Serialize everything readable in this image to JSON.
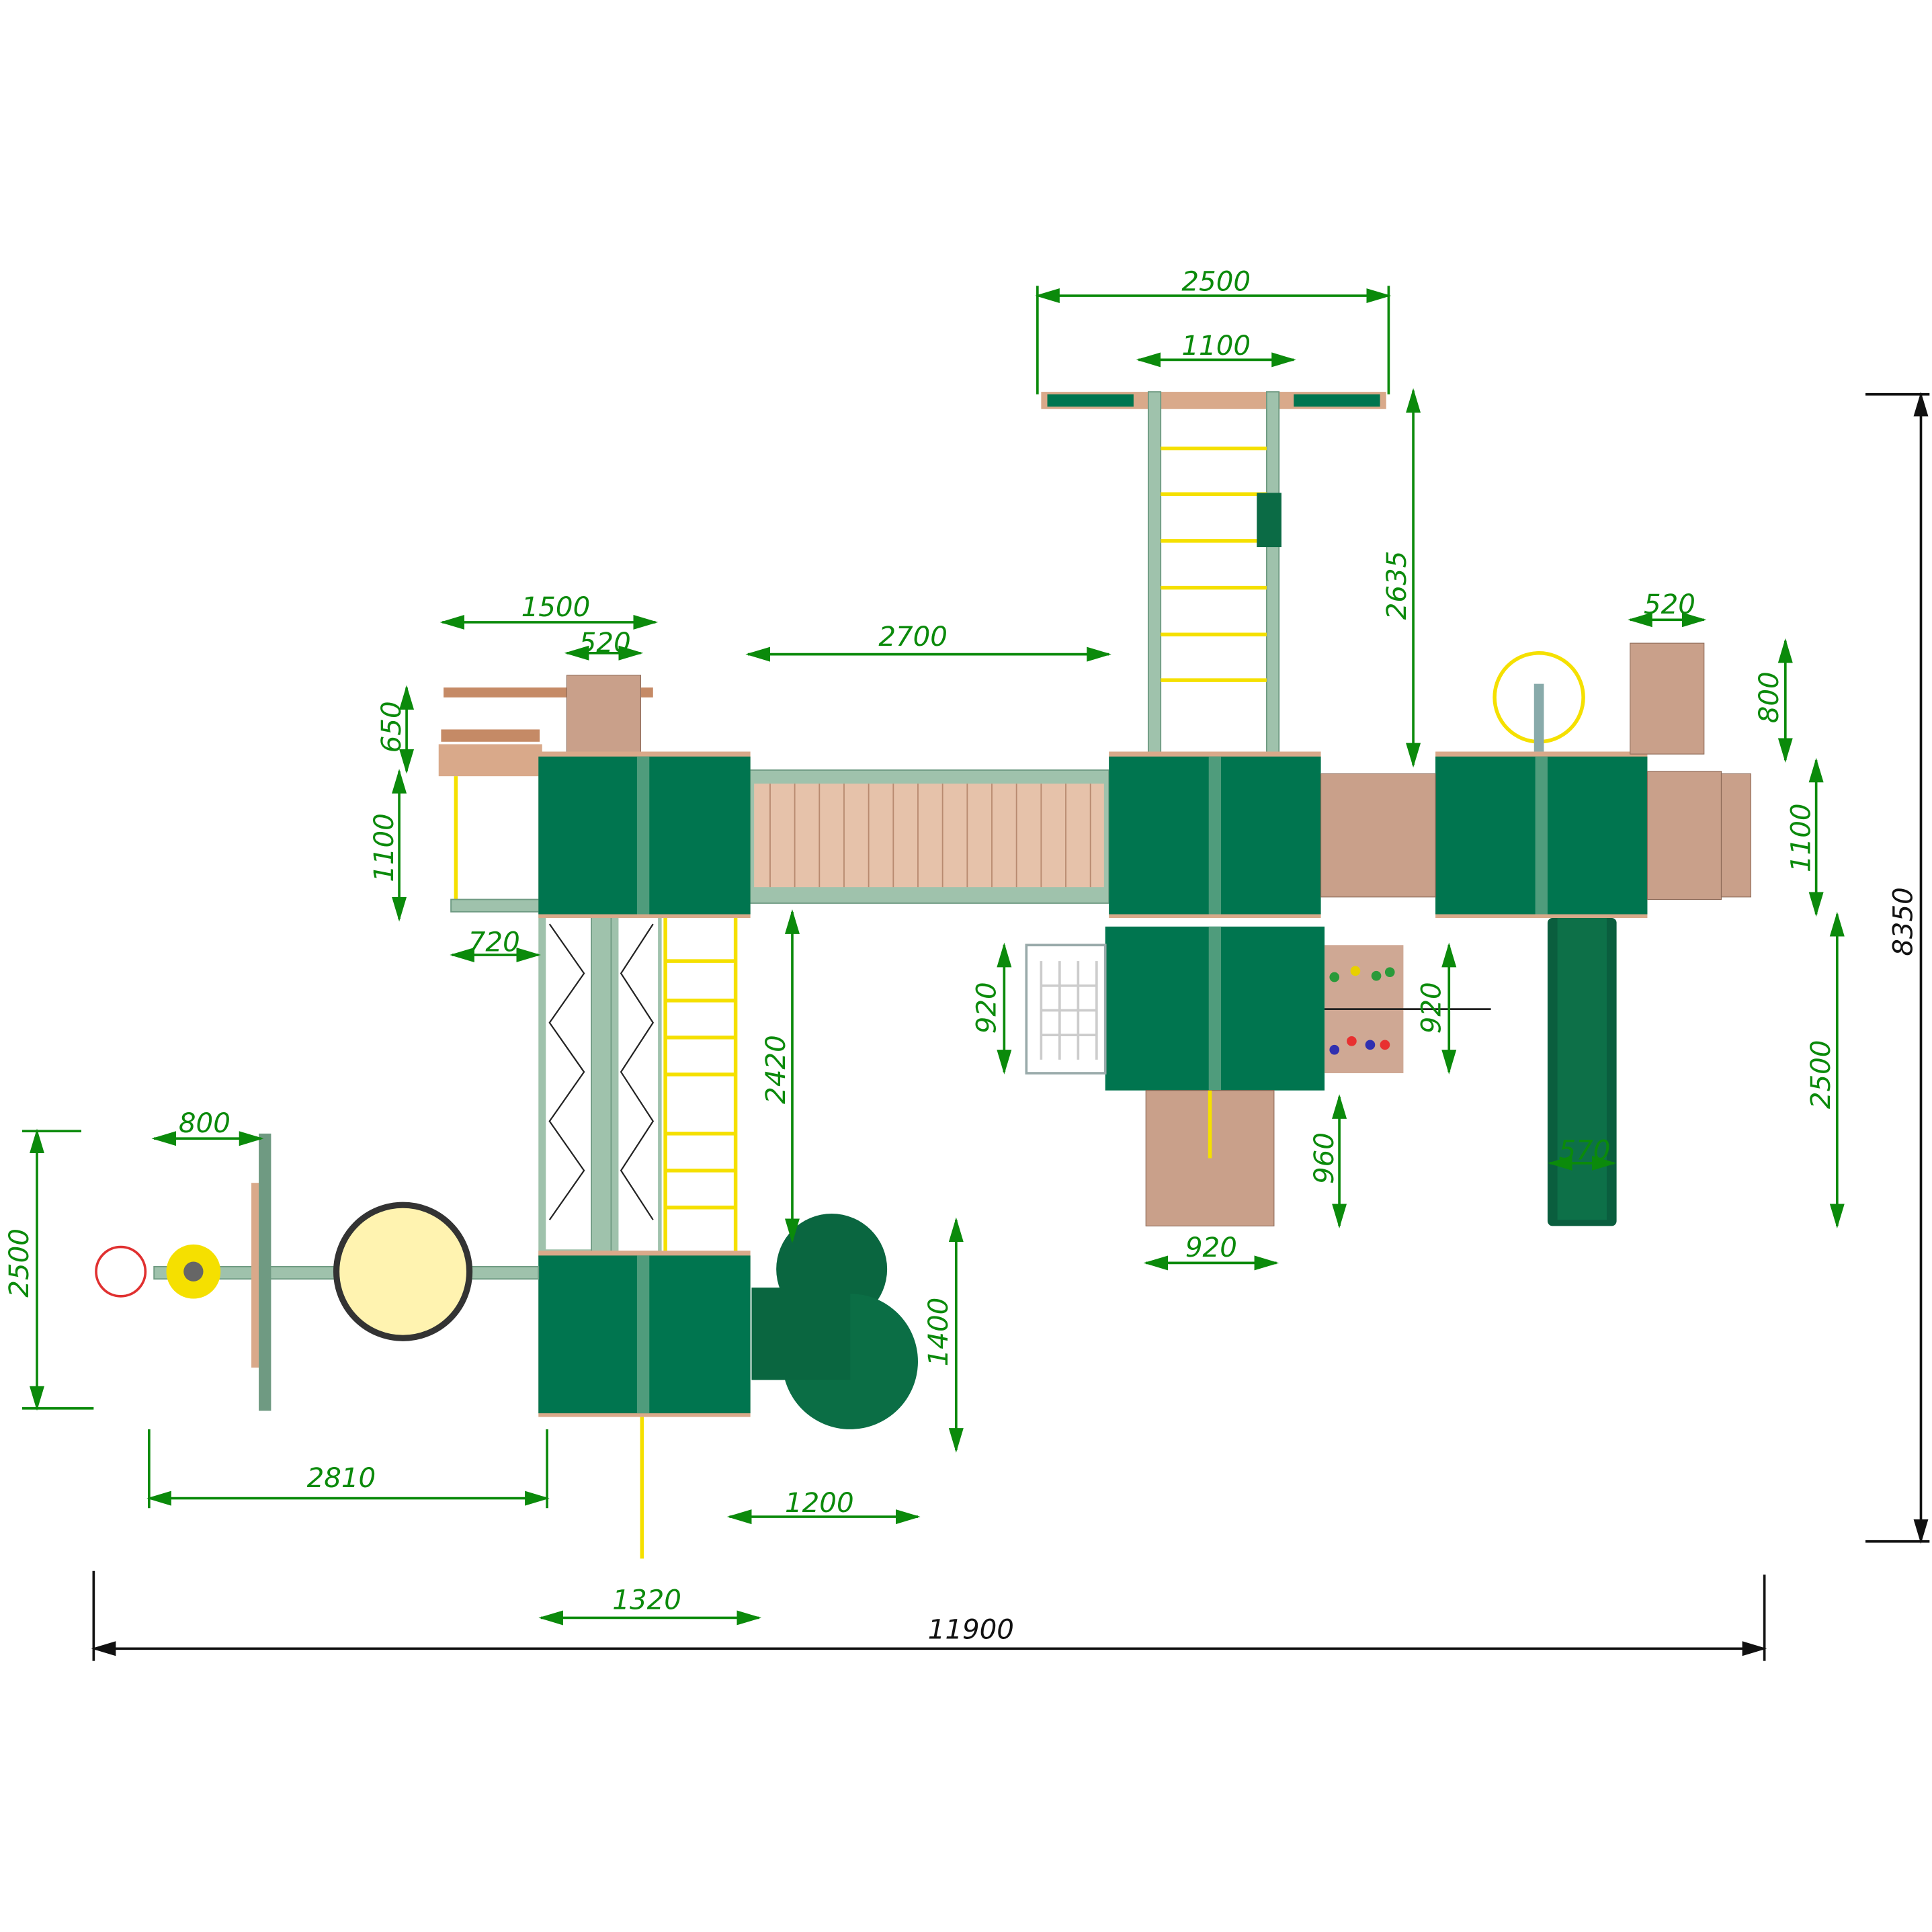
{
  "drawing": {
    "title": "Playground complex top-view dimension plan",
    "colors": {
      "dimension": "#0b8a0b",
      "roof": "#00754f",
      "overall": "#111111",
      "wood": "#d9a98a",
      "yellow": "#f5e000"
    },
    "dimensions": {
      "top_width": "2500",
      "top_inner": "1100",
      "tower_depth": "2635",
      "left_width": "1500",
      "left_ladder": "520",
      "bridge": "2700",
      "left_bench": "650",
      "left_depth": "1100",
      "left_offset": "720",
      "tunnel": "2420",
      "right_ladder": "520",
      "right_ladder_depth": "800",
      "right_depth": "1100",
      "slide_length": "2500",
      "overall_height": "8350",
      "net_width": "920",
      "wall_width": "920",
      "ramp_depth": "960",
      "ramp_width": "920",
      "slide_width": "570",
      "hoop_width": "800",
      "swing_depth": "2500",
      "spiral_depth": "1400",
      "swing_length": "2810",
      "spiral_width": "1200",
      "base_width": "1320",
      "overall_width": "11900"
    }
  }
}
